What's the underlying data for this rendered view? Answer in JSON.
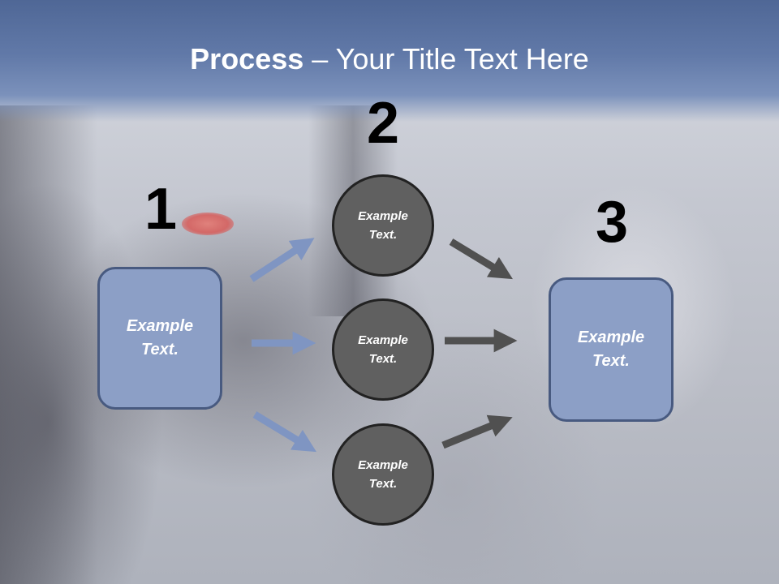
{
  "slide": {
    "title_bold": "Process",
    "title_rest": " – Your Title Text Here",
    "steps": [
      {
        "number": "1",
        "text": "Example Text."
      },
      {
        "number": "2",
        "text": "Example Text."
      },
      {
        "number": "3",
        "text": "Example Text."
      }
    ],
    "middle_nodes": [
      {
        "text": "Example Text."
      },
      {
        "text": "Example Text."
      },
      {
        "text": "Example Text."
      }
    ],
    "colors": {
      "box_fill": "#8c9fc6",
      "box_border": "#485a80",
      "circle_fill": "#606060",
      "blue_arrow": "#7f95c2",
      "dark_arrow": "#505050",
      "title_band": "#5f77a6"
    }
  }
}
